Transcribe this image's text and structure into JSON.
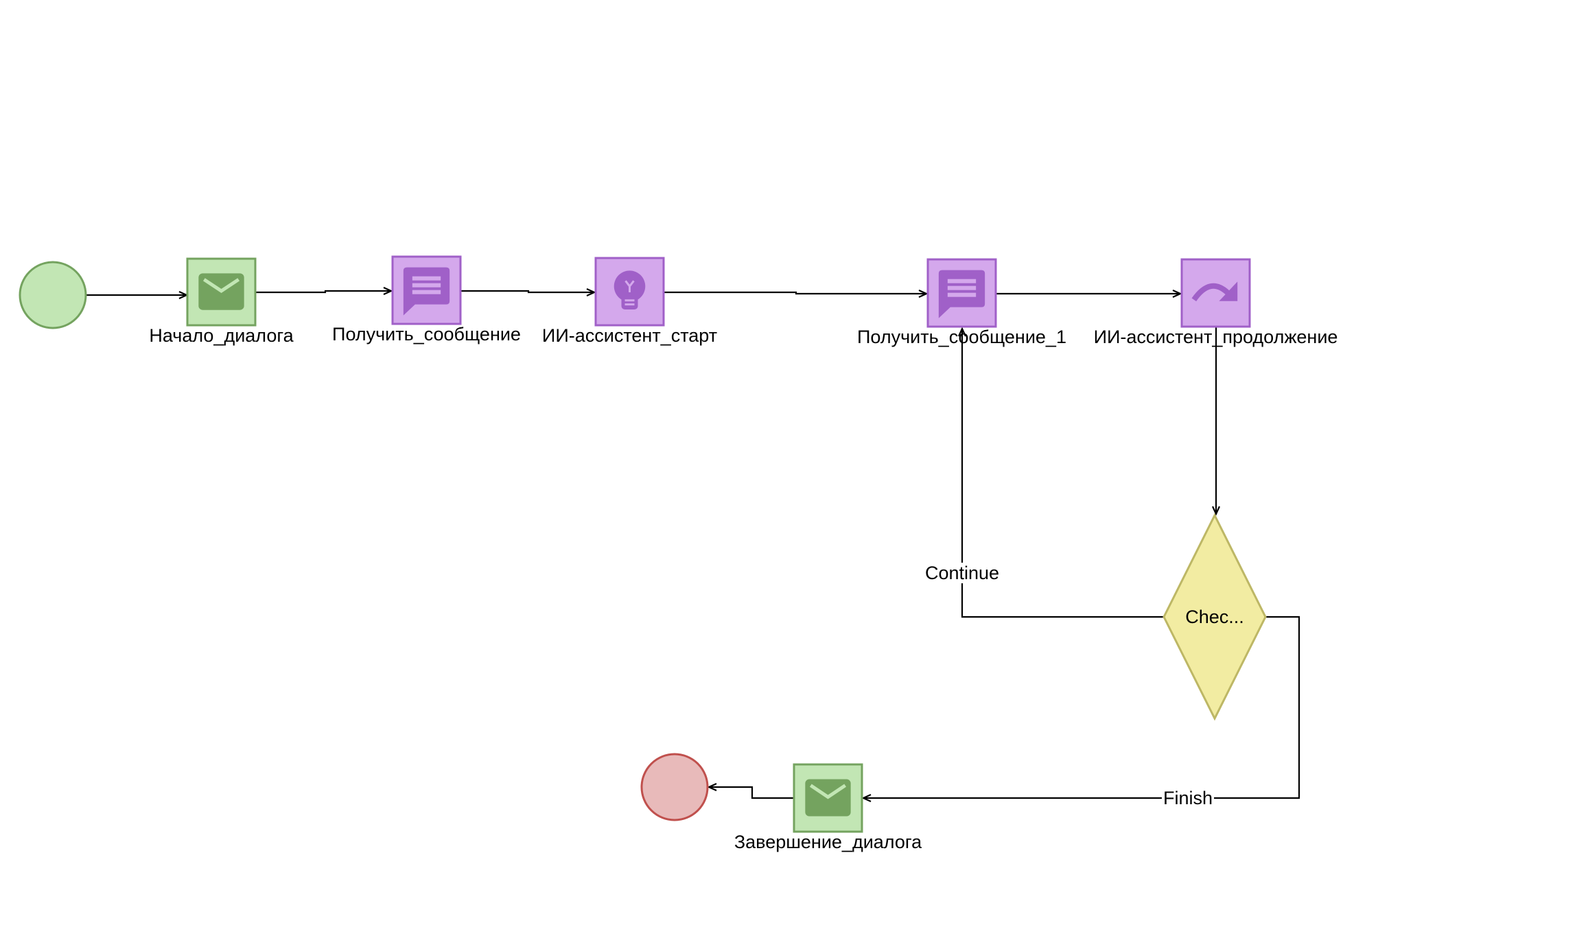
{
  "diagram": {
    "type": "bpmn-process",
    "colors": {
      "start_fill": "#c2e6b4",
      "start_stroke": "#74a35f",
      "message_fill": "#c2e6b4",
      "message_stroke": "#74a35f",
      "message_icon": "#74a35f",
      "message_icon_light": "#c2e6b4",
      "task_fill": "#d4a8ec",
      "task_stroke": "#a060c8",
      "task_icon": "#a060c8",
      "gateway_fill": "#f2eca2",
      "gateway_stroke": "#bdb765",
      "end_fill": "#e8baba",
      "end_stroke": "#c0504d",
      "edge": "#000000"
    },
    "nodes": [
      {
        "id": "start",
        "kind": "start-event",
        "label": ""
      },
      {
        "id": "dialog_start",
        "kind": "message-task",
        "icon": "envelope-icon",
        "label": "Начало_диалога"
      },
      {
        "id": "get_message",
        "kind": "task",
        "icon": "chat-message-icon",
        "label": "Получить_сообщение"
      },
      {
        "id": "ai_start",
        "kind": "task",
        "icon": "lightbulb-icon",
        "label": "ИИ-ассистент_старт"
      },
      {
        "id": "get_message_1",
        "kind": "task",
        "icon": "chat-message-icon",
        "label": "Получить_сообщение_1"
      },
      {
        "id": "ai_continue",
        "kind": "task",
        "icon": "redo-arrow-icon",
        "label": "ИИ-ассистент_продолжение"
      },
      {
        "id": "check",
        "kind": "gateway",
        "label": "Chec..."
      },
      {
        "id": "dialog_end",
        "kind": "message-task",
        "icon": "envelope-icon",
        "label": "Завершение_диалога"
      },
      {
        "id": "end",
        "kind": "end-event",
        "label": ""
      }
    ],
    "edges": [
      {
        "from": "start",
        "to": "dialog_start",
        "label": ""
      },
      {
        "from": "dialog_start",
        "to": "get_message",
        "label": ""
      },
      {
        "from": "get_message",
        "to": "ai_start",
        "label": ""
      },
      {
        "from": "ai_start",
        "to": "get_message_1",
        "label": ""
      },
      {
        "from": "get_message_1",
        "to": "ai_continue",
        "label": ""
      },
      {
        "from": "ai_continue",
        "to": "check",
        "label": ""
      },
      {
        "from": "check",
        "to": "get_message_1",
        "label": "Continue"
      },
      {
        "from": "check",
        "to": "dialog_end",
        "label": "Finish"
      },
      {
        "from": "dialog_end",
        "to": "end",
        "label": ""
      }
    ]
  }
}
